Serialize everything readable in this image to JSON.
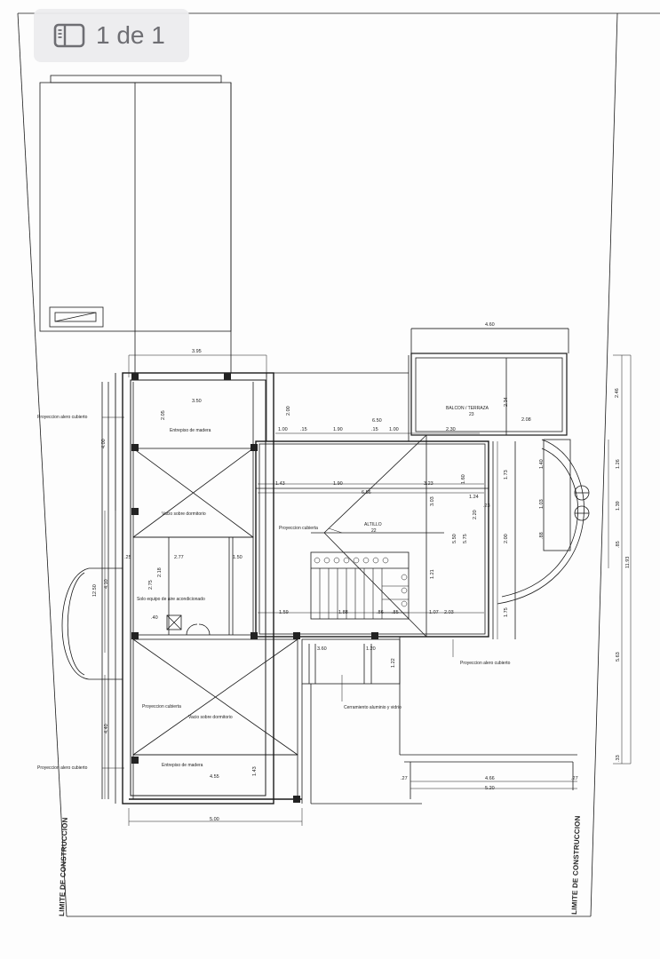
{
  "viewer": {
    "page_counter": "1 de 1",
    "page_icon": "sidebar-toggle-icon"
  },
  "plan": {
    "labels": {
      "balcon": "BALCON / TERRAZA",
      "balcon_tag": "23",
      "altillo": "ALTILLO",
      "altillo_tag": "22",
      "entrepiso_top": "Entrepiso de madera",
      "vacio_top": "Vacio sobre dormitorio",
      "proy_cubierta_c": "Proyeccion cubierta",
      "solo_equipo": "Solo equipo de aire acondicionado",
      "proy_alero_tl": "Proyeccion alero cubierto",
      "proy_alero_bl": "Proyeccion alero cubierto",
      "proy_alero_r": "Proyeccion alero cubierto",
      "proy_cubierta_b": "Proyeccion cubierta",
      "vacio_bottom": "Vacio sobre dormitorio",
      "entrepiso_bottom": "Entrepiso de madera",
      "cerramiento": "Cerramiento aluminio y vidrio",
      "limite_left": "LIMITE DE CONSTRUCCION",
      "limite_right": "LIMITE DE CONSTRUCCION"
    },
    "dimensions": {
      "d_460": "4.60",
      "d_395": "3.95",
      "d_350": "3.50",
      "d_246": "2.46",
      "d_234": "2.34",
      "d_208": "2.08",
      "d_650": "6.50",
      "d_100a": "1.00",
      "d_15a": ".15",
      "d_190a": "1.90",
      "d_15b": ".15",
      "d_100b": "1.00",
      "d_230": "2.30",
      "d_200": "2.00",
      "d_400": "4.00",
      "d_205": "2.05",
      "d_143": "1.43",
      "d_190b": "1.90",
      "d_323": "3.23",
      "d_160": "1.60",
      "d_173": "1.73",
      "d_656": "6.56",
      "d_124": "1.24",
      "d_23": ".23",
      "d_303": "3.03",
      "d_220": "2.20",
      "d_140": "1.40",
      "d_126": "1.26",
      "d_103": "1.03",
      "d_139": "1.39",
      "d_1193": "11.93",
      "d_85": ".85",
      "d_88": ".88",
      "d_277": "2.77",
      "d_25": ".25",
      "d_150": "1.50",
      "d_218": "2.18",
      "d_275": "2.75",
      "d_1250": "12.50",
      "d_410": "4.10",
      "d_550": "5.50",
      "d_575": "5.75",
      "d_200b": "2.00",
      "d_121": "1.21",
      "d_159": "1.59",
      "d_188": "1.88",
      "d_86": ".86",
      "d_85b": ".85",
      "d_107": "1.07",
      "d_203": "2.03",
      "d_175": "1.75",
      "d_360": "3.60",
      "d_120": "1.20",
      "d_122": "1.22",
      "d_563": "5.63",
      "d_440": "4.40",
      "d_143b": "1.43",
      "d_455": "4.55",
      "d_500": "5.00",
      "d_27a": ".27",
      "d_466": "4.66",
      "d_27b": ".27",
      "d_33": ".33",
      "d_520": "5.20",
      "d_40": ".40"
    }
  }
}
